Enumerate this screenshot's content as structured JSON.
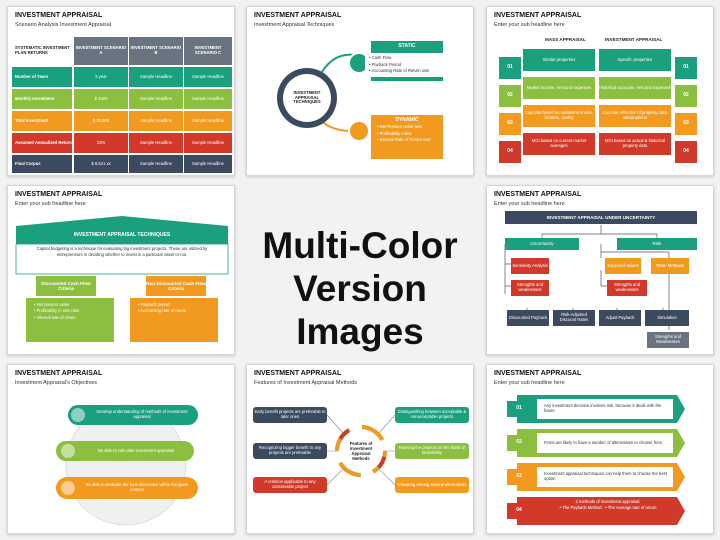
{
  "center_label": {
    "line1": "Multi-Color",
    "line2": "Version Images"
  },
  "colors": {
    "green": "#1aa07f",
    "lightgreen": "#8cbf3f",
    "orange": "#f29a1f",
    "red": "#d13a2b",
    "navy": "#3b4a5f",
    "teal": "#2b8c9e"
  },
  "slide1": {
    "title": "INVESTMENT APPRAISAL",
    "subtitle": "Scenario Analysis Investment Appraisal",
    "header": [
      "SYSTEMATIC INVESTMENT PLAN RETURNS",
      "INVESTMENT SCENARIO A",
      "INVESTMENT SCENARIO B",
      "INVESTMENT SCENARIO C"
    ],
    "rows": [
      {
        "label": "Number of Years",
        "a": "3 year",
        "b": "Sample Headline",
        "c": "Sample Headline"
      },
      {
        "label": "Monthly Investment",
        "a": "$ 1400",
        "b": "Sample Headline",
        "c": "Sample Headline"
      },
      {
        "label": "Total Investment",
        "a": "$ 20,800",
        "b": "Sample Headline",
        "c": "Sample Headline"
      },
      {
        "label": "Assumed Annualized Return",
        "a": "23%",
        "b": "Sample Headline",
        "c": "Sample Headline"
      },
      {
        "label": "Final Corpus",
        "a": "$ 8,521.xx",
        "b": "Sample Headline",
        "c": "Sample Headline"
      }
    ]
  },
  "slide2": {
    "title": "INVESTMENT APPRAISAL",
    "subtitle": "Investment Appraisal Techniques",
    "hub": "INVESTMENT APPRAISAL TECHNIQUES",
    "static_label": "STATIC",
    "static_items": [
      "Cash Flow",
      "Payback Period",
      "Accounting Rate of Return ows"
    ],
    "dynamic_label": "DYNAMIC",
    "dynamic_items": [
      "Net Present Value ows",
      "Profitability Index",
      "Internal Rate of Return ows"
    ]
  },
  "slide3": {
    "title": "INVESTMENT APPRAISAL",
    "subtitle": "Enter your sub headline here",
    "col1": "MASS APPRAISAL",
    "col2": "INVESTMENT APPRAISAL",
    "rows": [
      {
        "num": "01",
        "left": "Similar properties",
        "right": "Specific properties"
      },
      {
        "num": "02",
        "left": "Market income, rent and expenses",
        "right": "Historical accounts, rent and expenses"
      },
      {
        "num": "03",
        "left": "Cap rate based on variations in size, location, quality",
        "right": "Cap rate reflective of property data, assumptions"
      },
      {
        "num": "04",
        "left": "MOI based on current market averages",
        "right": "MOI based on actual & historical property data"
      }
    ]
  },
  "slide4": {
    "title": "INVESTMENT APPRAISAL",
    "subtitle": "Enter your sub headline here",
    "banner": "INVESTMENT APPRAISAL TECHNIQUES",
    "body": "Capital budgeting is a technique for evaluating big investment projects. These are utilized by entrepreneurs in deciding whether to invest in a particular asset or not.",
    "left_label": "Discounted Cash Flow Criteria",
    "right_label": "Non-Discounted Cash Flow Criteria",
    "left_items": [
      "Net present value",
      "Profitability in rate ratio",
      "Internal rate of return"
    ],
    "right_items": [
      "Payback period",
      "Accounting rate of return"
    ]
  },
  "slide6": {
    "title": "INVESTMENT APPRAISAL",
    "subtitle": "Enter your sub headline here",
    "root": "INVESTMENT APPRAISAL UNDER UNCERTAINTY",
    "uncertainty": "Uncertainty",
    "risk": "Risk",
    "u_children": [
      "Sensitivity Analysis",
      "Strengths and weaknesses"
    ],
    "r_children": [
      "Expected Values",
      "Other Methods",
      "Strengths and weaknesses"
    ],
    "bottom": [
      "Discounted Payback",
      "Risk-Adjusted Discount Rates",
      "Adjust Payback",
      "Simulation"
    ],
    "last": "Strengths and Weaknesses"
  },
  "slide7": {
    "title": "INVESTMENT APPRAISAL",
    "subtitle": "Investment Appraisal's Objectives",
    "items": [
      "Develop understanding of methods of investment appraisal",
      "Be able to calculate investment appraisal",
      "Be able to evaluate the best alternative within the given context"
    ]
  },
  "slide8": {
    "title": "INVESTMENT APPRAISAL",
    "subtitle": "Features of Investment Appraisal Methods",
    "hub": "Features of Investment Appraisal Methods",
    "left": [
      "Early benefit projects are preferable to later ones",
      "Recognizing bigger benefit to any projects are preferable",
      "A criterion applicable to any conceivable project"
    ],
    "right": [
      "Distinguishing between acceptable & nonacceptable projects",
      "Ranking the projects on the basis of desirability",
      "Choosing among several alternatives"
    ]
  },
  "slide9": {
    "title": "INVESTMENT APPRAISAL",
    "subtitle": "Enter your sub headline here",
    "rows": [
      {
        "num": "01",
        "text": "Any investment decision involves risk, because it deals with the future"
      },
      {
        "num": "02",
        "text": "Firms are likely to have a number of alternatives to choose from"
      },
      {
        "num": "03",
        "text": "Investment appraisal techniques can help them to choose the best option"
      },
      {
        "num": "04",
        "text": "2 methods of investment appraisal:",
        "bullets": [
          "The Payback Method",
          "The Average rate of return"
        ]
      }
    ]
  }
}
